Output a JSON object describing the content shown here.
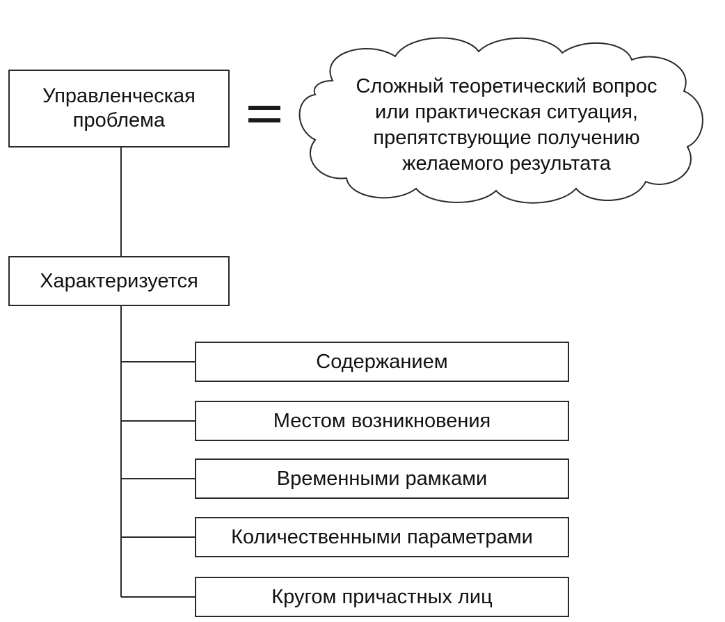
{
  "diagram": {
    "problem_label": "Управленческая\nпроблема",
    "definition_text": "Сложный теоретический вопрос\nили практическая ситуация,\nпрепятствующие получению\nжелаемого результата",
    "characterized_label": "Характеризуется",
    "characteristics": [
      "Содержанием",
      "Местом возникновения",
      "Временными рамками",
      "Количественными параметрами",
      "Кругом причастных лиц"
    ],
    "colors": {
      "stroke": "#2a2a2a",
      "text": "#111111",
      "background": "#ffffff"
    }
  }
}
